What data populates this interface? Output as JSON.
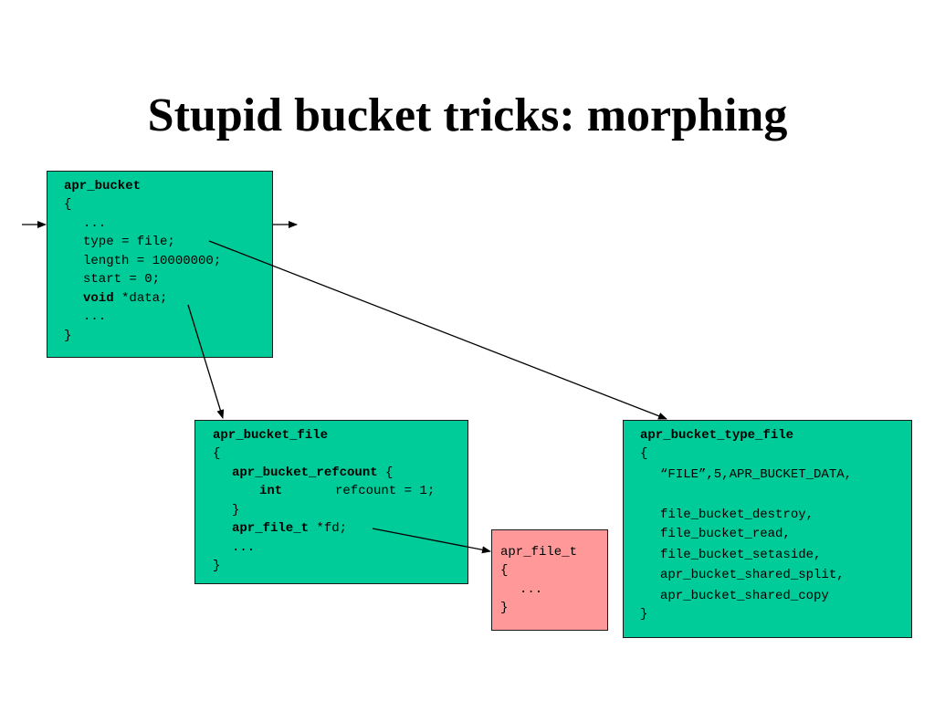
{
  "title": "Stupid bucket tricks: morphing",
  "colors": {
    "box_fill": "#00cc99",
    "apr_file_t_fill": "#ff9999",
    "arrow": "#000000"
  },
  "boxes": {
    "apr_bucket": {
      "name": "apr_bucket",
      "open": "{",
      "ellipsis1": "...",
      "type": "type = file;",
      "length": "length = 10000000;",
      "start": "start = 0;",
      "data_kw": "void",
      "data_rest": " *data;",
      "ellipsis2": "...",
      "close": "}"
    },
    "apr_bucket_file": {
      "name": "apr_bucket_file",
      "open": "{",
      "refcount_kw": "apr_bucket_refcount",
      "refcount_brace": " {",
      "int_kw": "int",
      "int_rest": "refcount = 1;",
      "inner_close": "}",
      "fd_kw": "apr_file_t",
      "fd_rest": " *fd;",
      "ellipsis": "...",
      "close": "}"
    },
    "apr_file_t": {
      "name": "apr_file_t",
      "open": "{",
      "ellipsis": "...",
      "close": "}"
    },
    "apr_bucket_type_file": {
      "name": "apr_bucket_type_file",
      "open": "{",
      "entry": "“FILE”,5,APR_BUCKET_DATA,",
      "fns": [
        "file_bucket_destroy,",
        "file_bucket_read,",
        "file_bucket_setaside,",
        "apr_bucket_shared_split,",
        "apr_bucket_shared_copy"
      ],
      "close": "}"
    }
  }
}
